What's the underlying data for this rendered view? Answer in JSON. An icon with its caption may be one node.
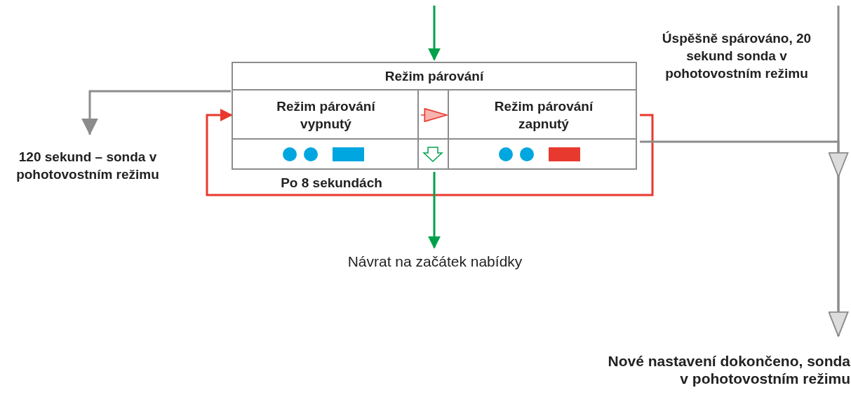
{
  "diagram": {
    "nodes": [
      {
        "text": [
          "Režim párování"
        ]
      },
      {
        "text": [
          "Režim párování vypnutý"
        ],
        "in": 0
      },
      {
        "text": [
          "Režim párování zapnutý"
        ],
        "in": 0
      },
      {
        "text": [
          "120 sekund – sonda v pohotovostním režimu"
        ]
      },
      {
        "text": [
          "Návrat na začátek nabídky"
        ]
      },
      {
        "text": [
          "Nové nastavení dokončeno, sonda v pohotovostním režimu"
        ]
      }
    ],
    "edges": [
      {
        "from": null,
        "to": 0,
        "arrow": "to",
        "color": "#00a14b"
      },
      {
        "from": 0,
        "to": 3,
        "arrow": "to",
        "color": "#8c8c8c"
      },
      {
        "from": 1,
        "to": 2,
        "arrow": "to",
        "color": "#e8392f"
      },
      {
        "from": 2,
        "to": 1,
        "arrow": "to",
        "color": "#e8392f",
        "label": "Po 8 sekundách"
      },
      {
        "from": 0,
        "to": 4,
        "arrow": "to",
        "color": "#00a14b"
      },
      {
        "from": 2,
        "to": 5,
        "arrow": "to",
        "color": "#8c8c8c",
        "label": "Úspěšně spárováno, 20 sekund sonda v pohotovostním režimu"
      },
      {
        "from": null,
        "to": 5,
        "arrow": "to",
        "color": "#8c8c8c"
      }
    ]
  }
}
